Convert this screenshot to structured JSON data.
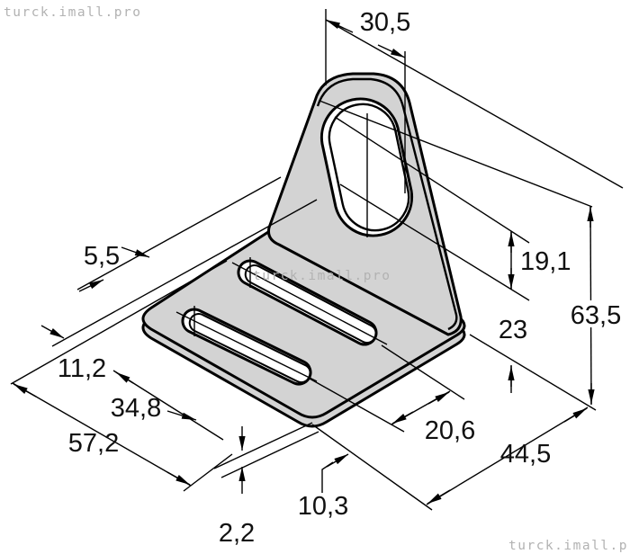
{
  "watermark": {
    "text": "turck.imall.pro",
    "color": "#b2b2b2"
  },
  "drawing": {
    "type": "technical-dimension-drawing",
    "subject": "L-shaped mounting bracket, isometric view",
    "part_color": "#d3d3d3",
    "line_color": "#000000",
    "dimensions": {
      "width_top": "30,5",
      "slot_width": "5,5",
      "slot_edge_offset": "11,2",
      "slot_length": "34,8",
      "base_length": "57,2",
      "material_thickness": "2,2",
      "slot_end_offset": "10,3",
      "slot_spacing": "20,6",
      "base_width": "44,5",
      "hole_to_base": "23",
      "hole_span": "19,1",
      "total_height": "63,5"
    }
  }
}
